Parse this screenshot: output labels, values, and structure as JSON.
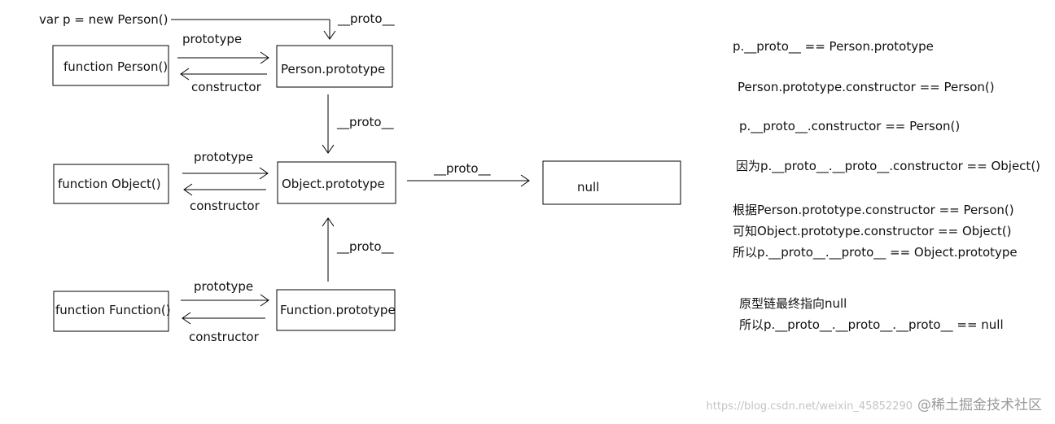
{
  "diagram": {
    "instance_label": "var p = new Person()",
    "labels": {
      "prototype": "prototype",
      "constructor": "constructor",
      "proto": "__proto__"
    },
    "boxes": {
      "function_person": "function Person()",
      "person_prototype": "Person.prototype",
      "function_object": "function Object()",
      "object_prototype": "Object.prototype",
      "null": "null",
      "function_function": "function Function()",
      "function_prototype": "Function.prototype"
    }
  },
  "notes": [
    "p.__proto__ == Person.prototype",
    "Person.prototype.constructor ==  Person()",
    "p.__proto__.constructor ==  Person()",
    "因为p.__proto__.__proto__.constructor == Object()",
    "根据Person.prototype.constructor == Person()",
    "可知Object.prototype.constructor == Object()",
    "所以p.__proto__.__proto__ == Object.prototype",
    "原型链最终指向null",
    "所以p.__proto__.__proto__.__proto__ == null"
  ],
  "watermark": {
    "url": "https://blog.csdn.net/weixin_45852290",
    "brand": "@稀土掘金技术社区"
  }
}
